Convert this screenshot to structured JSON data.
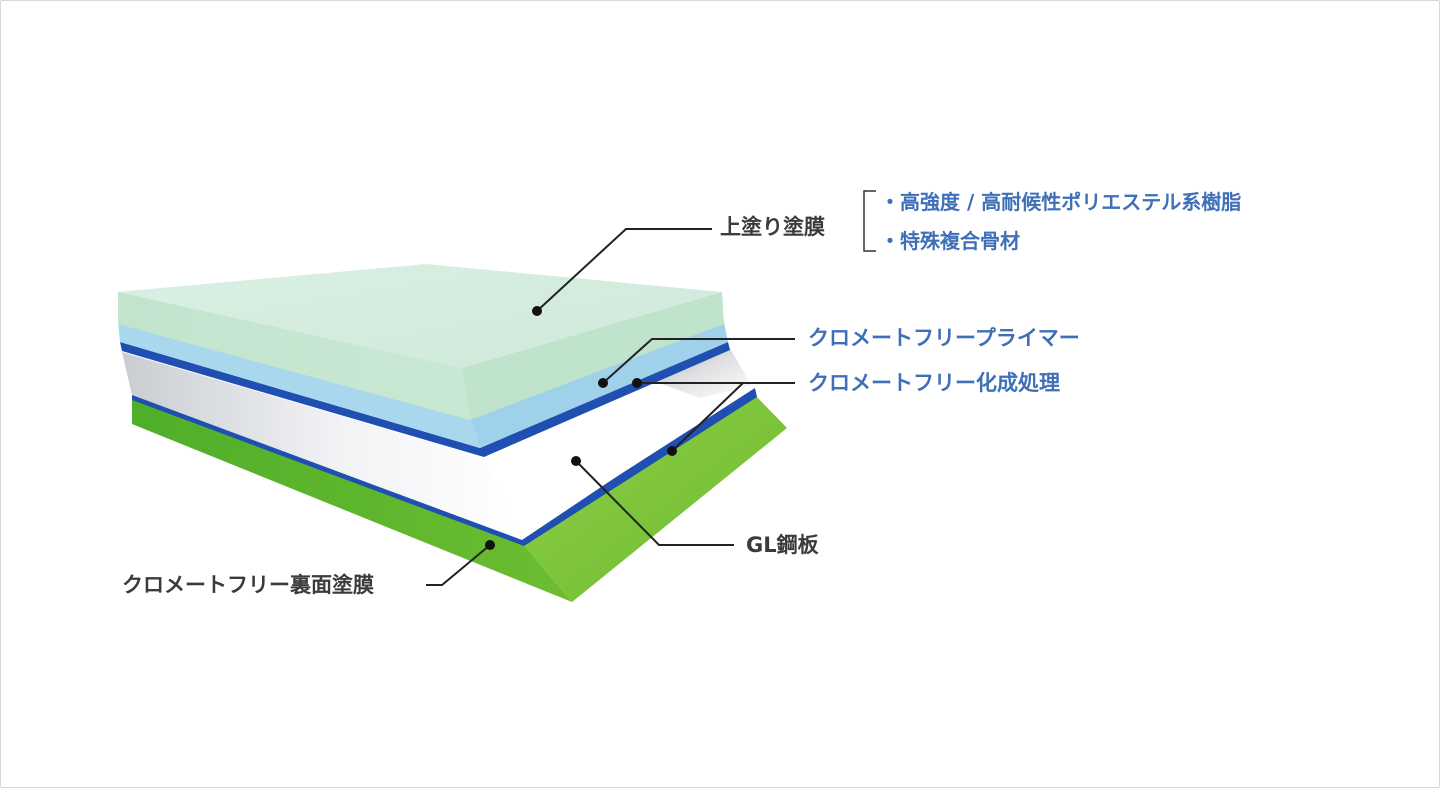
{
  "labels": {
    "topcoat": "上塗り塗膜",
    "topcoat_specs": [
      "・高強度 / 高耐候性ポリエステル系樹脂",
      "・特殊複合骨材"
    ],
    "primer": "クロメートフリープライマー",
    "chemical_treatment": "クロメートフリー化成処理",
    "steel": "GL鋼板",
    "back_coat": "クロメートフリー裏面塗膜"
  },
  "colors": {
    "topcoat_layer": "#d6eedf",
    "primer_layer": "#a9d8ee",
    "treatment_line": "#1f4fb0",
    "steel_layer": "#eef0f2",
    "back_coat_layer": "#6cbd2f",
    "label_dark": "#3b3b3b",
    "label_blue": "#3f6fb8"
  }
}
